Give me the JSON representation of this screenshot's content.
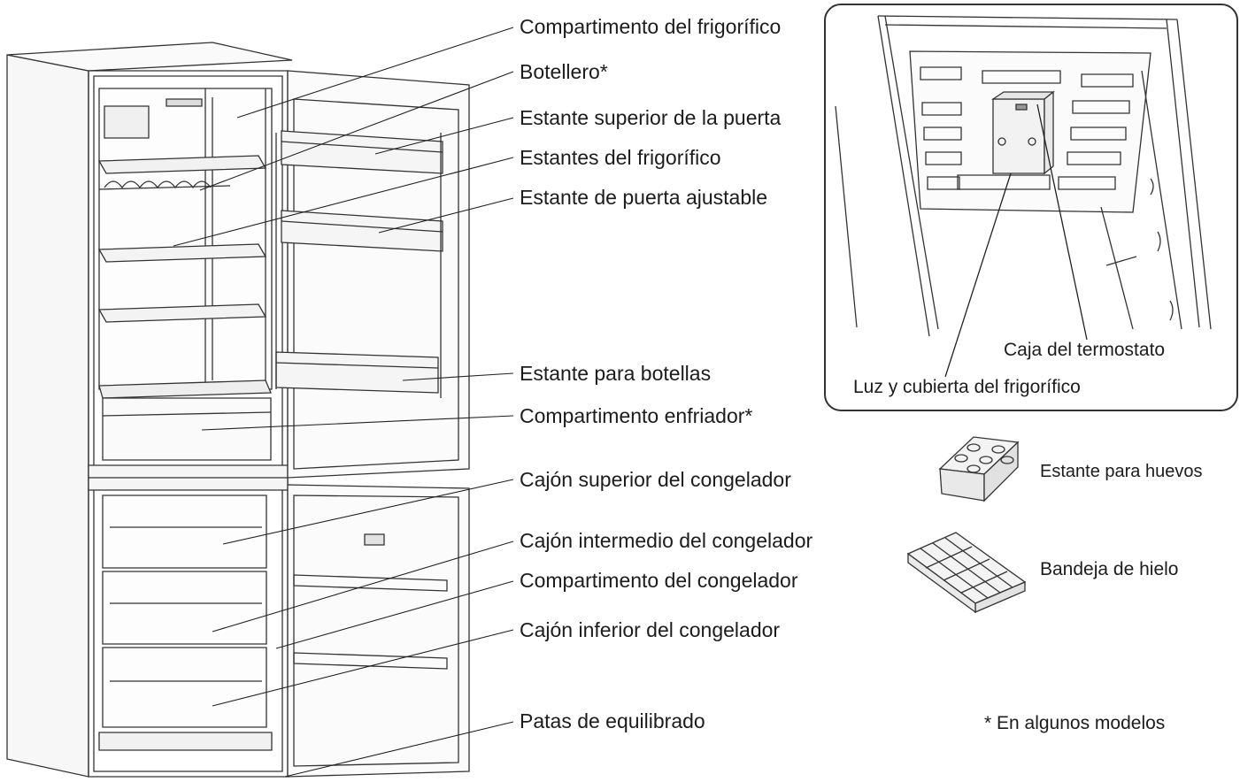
{
  "labels": {
    "fridge_compartment": "Compartimento del frigorífico",
    "bottle_rack": "Botellero*",
    "upper_door_shelf": "Estante superior de la puerta",
    "fridge_shelves": "Estantes del frigorífico",
    "adjustable_door_shelf": "Estante de puerta ajustable",
    "bottle_shelf": "Estante para botellas",
    "chiller_compartment": "Compartimento enfriador*",
    "upper_freezer_drawer": "Cajón superior del congelador",
    "middle_freezer_drawer": "Cajón intermedio del congelador",
    "freezer_compartment": "Compartimento del congelador",
    "lower_freezer_drawer": "Cajón inferior del congelador",
    "leveling_feet": "Patas de equilibrado"
  },
  "inset": {
    "thermostat_box": "Caja del termostato",
    "light_and_cover": "Luz y cubierta del frigorífico"
  },
  "accessories": {
    "egg_tray": "Estante para huevos",
    "ice_tray": "Bandeja de hielo"
  },
  "footnote": "* En algunos modelos"
}
